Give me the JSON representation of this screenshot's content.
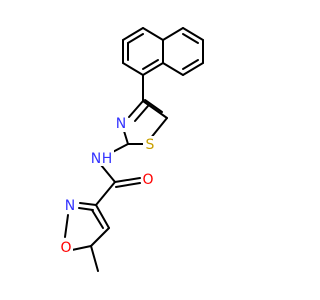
{
  "colors": {
    "bond": "#000000",
    "nitrogen": "#3333ff",
    "oxygen": "#ff0000",
    "sulfur": "#c8a000",
    "background": "#ffffff"
  },
  "atoms": {
    "thiazole_n": "N",
    "thiazole_s": "S",
    "amide_nh": "N",
    "amide_h": "H",
    "carbonyl_o": "O",
    "isoxazole_n": "N",
    "isoxazole_o": "O"
  }
}
